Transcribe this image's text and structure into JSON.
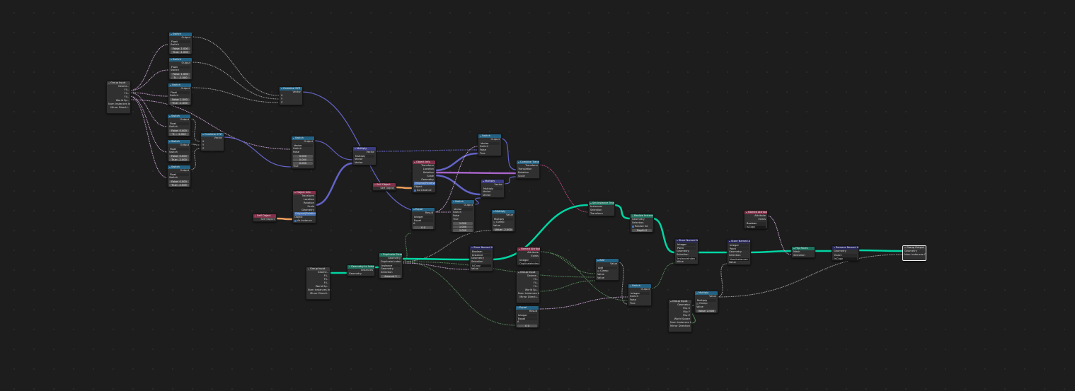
{
  "editor": {
    "type": "Geometry Node Editor"
  },
  "colors": {
    "background": "#1d1d1d",
    "header_input": "#246283",
    "header_geometry": "#1d725e",
    "header_attribute": "#83314a",
    "header_vector": "#3c3c83",
    "header_store": "#27275a",
    "header_group": "#3b3b3b",
    "wire_geometry": "#00d6a3",
    "wire_vector": "#6363c7",
    "wire_float": "#a1a1a1",
    "wire_boolean": "#cca6d6",
    "wire_integer": "#598c5c",
    "wire_object": "#ed9e5c",
    "wire_rotation": "#a663c7",
    "wire_matrix": "#c74d8a"
  },
  "nodes": [
    {
      "id": "group_input_1",
      "title": "Group Input",
      "kind": "group",
      "rows": [
        {
          "t": "Geome..",
          "k": "output"
        },
        {
          "t": "Fli..",
          "k": "output"
        },
        {
          "t": "Fli..",
          "k": "output"
        },
        {
          "t": "Fli..",
          "k": "output"
        },
        {
          "t": "World Sp..",
          "k": "output"
        },
        {
          "t": "Num Instances In",
          "k": "output"
        },
        {
          "t": "Mirror Directi..",
          "k": "output"
        },
        {
          "t": "",
          "k": "output"
        }
      ]
    },
    {
      "id": "switch_1",
      "title": "Switch",
      "kind": "input",
      "rows": [
        {
          "t": "Output",
          "k": "output"
        },
        {
          "t": "Float",
          "k": "dropdown"
        },
        {
          "t": "Switch",
          "k": "input"
        },
        {
          "t": "False: 1.000",
          "k": "field"
        },
        {
          "t": "True: -1.000",
          "k": "field"
        }
      ]
    },
    {
      "id": "switch_2",
      "title": "Switch",
      "kind": "input",
      "rows": [
        {
          "t": "Output",
          "k": "output"
        },
        {
          "t": "Float",
          "k": "dropdown"
        },
        {
          "t": "Switch",
          "k": "input"
        },
        {
          "t": "False: 1.000",
          "k": "field"
        },
        {
          "t": "Tr..: -1.000",
          "k": "field"
        }
      ]
    },
    {
      "id": "switch_3",
      "title": "Switch",
      "kind": "input",
      "rows": [
        {
          "t": "Output",
          "k": "output"
        },
        {
          "t": "Float",
          "k": "dropdown"
        },
        {
          "t": "Switch",
          "k": "input"
        },
        {
          "t": "False: 1.000",
          "k": "field"
        },
        {
          "t": "True: -1.000",
          "k": "field"
        }
      ]
    },
    {
      "id": "combine_xyz_1",
      "title": "Combine XYZ",
      "kind": "vector_input",
      "rows": [
        {
          "t": "Vector",
          "k": "output"
        },
        {
          "t": "X",
          "k": "input"
        },
        {
          "t": "Y",
          "k": "input"
        },
        {
          "t": "Z",
          "k": "input"
        }
      ]
    },
    {
      "id": "switch_4",
      "title": "Switch",
      "kind": "input",
      "rows": [
        {
          "t": "Output",
          "k": "output"
        },
        {
          "t": "Float",
          "k": "dropdown"
        },
        {
          "t": "Switch",
          "k": "input"
        },
        {
          "t": "False: 0.000",
          "k": "field"
        },
        {
          "t": "Tr..: -2.000",
          "k": "field"
        }
      ]
    },
    {
      "id": "switch_5",
      "title": "Switch",
      "kind": "input",
      "rows": [
        {
          "t": "Output",
          "k": "output"
        },
        {
          "t": "Float",
          "k": "dropdown"
        },
        {
          "t": "Switch",
          "k": "input"
        },
        {
          "t": "False: 0.000",
          "k": "field"
        },
        {
          "t": "True: -2.000",
          "k": "field"
        }
      ]
    },
    {
      "id": "switch_6",
      "title": "Switch",
      "kind": "input",
      "rows": [
        {
          "t": "Output",
          "k": "output"
        },
        {
          "t": "Float",
          "k": "dropdown"
        },
        {
          "t": "Switch",
          "k": "input"
        },
        {
          "t": "False: 0.000",
          "k": "field"
        },
        {
          "t": "True: -2.000",
          "k": "field"
        }
      ]
    },
    {
      "id": "combine_xyz_2",
      "title": "Combine XYZ",
      "kind": "vector_input",
      "rows": [
        {
          "t": "Vector",
          "k": "output"
        },
        {
          "t": "X",
          "k": "input"
        },
        {
          "t": "Y",
          "k": "input"
        },
        {
          "t": "Z",
          "k": "input"
        }
      ]
    },
    {
      "id": "switch_vec",
      "title": "Switch",
      "kind": "input",
      "rows": [
        {
          "t": "Output",
          "k": "output"
        },
        {
          "t": "Vector",
          "k": "dropdown"
        },
        {
          "t": "Switch",
          "k": "input"
        },
        {
          "t": "False",
          "k": "input"
        },
        {
          "t": "0.000",
          "k": "field"
        },
        {
          "t": "0.000",
          "k": "field"
        },
        {
          "t": "0.000",
          "k": "field"
        },
        {
          "t": "True",
          "k": "input"
        }
      ]
    },
    {
      "id": "multiply_vec",
      "title": "Multiply",
      "kind": "vector",
      "rows": [
        {
          "t": "Vector",
          "k": "output"
        },
        {
          "t": "Multiply",
          "k": "dropdown"
        },
        {
          "t": "Vector",
          "k": "input"
        },
        {
          "t": "Vector",
          "k": "input"
        }
      ]
    },
    {
      "id": "object_info_1",
      "title": "Object Info",
      "kind": "attribute",
      "rows": [
        {
          "t": "Transform",
          "k": "output"
        },
        {
          "t": "Location",
          "k": "output"
        },
        {
          "t": "Rotation",
          "k": "output"
        },
        {
          "t": "Scale",
          "k": "output"
        },
        {
          "t": "Geometry",
          "k": "output"
        },
        {
          "t": "Original|Relative",
          "k": "toggle"
        },
        {
          "t": "Object",
          "k": "input"
        },
        {
          "t": "As Instance",
          "k": "checkbox_on"
        }
      ]
    },
    {
      "id": "self_object_1",
      "title": "Self Object",
      "kind": "attribute",
      "rows": [
        {
          "t": "Self Object",
          "k": "output"
        }
      ]
    },
    {
      "id": "self_object_2",
      "title": "Self Object",
      "kind": "attribute",
      "rows": [
        {
          "t": "Self Object",
          "k": "output"
        }
      ]
    },
    {
      "id": "object_info_2",
      "title": "Object Info",
      "kind": "attribute",
      "rows": [
        {
          "t": "Transform",
          "k": "output"
        },
        {
          "t": "Location",
          "k": "output"
        },
        {
          "t": "Rotation",
          "k": "output"
        },
        {
          "t": "Scale",
          "k": "output"
        },
        {
          "t": "Geometry",
          "k": "output"
        },
        {
          "t": "Original|Relative",
          "k": "toggle"
        },
        {
          "t": "Object",
          "k": "input"
        },
        {
          "t": "As Instance",
          "k": "checkbox_on"
        }
      ]
    },
    {
      "id": "switch_7",
      "title": "Switch",
      "kind": "input",
      "rows": [
        {
          "t": "Output",
          "k": "output"
        },
        {
          "t": "Vector",
          "k": "dropdown"
        },
        {
          "t": "Switch",
          "k": "input"
        },
        {
          "t": "False",
          "k": "input"
        },
        {
          "t": "True",
          "k": "input"
        }
      ]
    },
    {
      "id": "combine_transform",
      "title": "Combine Transf..",
      "kind": "input",
      "rows": [
        {
          "t": "Transform",
          "k": "output"
        },
        {
          "t": "Translation",
          "k": "input"
        },
        {
          "t": "Rotation",
          "k": "input"
        },
        {
          "t": "Scale",
          "k": "input"
        }
      ]
    },
    {
      "id": "multiply_2",
      "title": "Multiply",
      "kind": "vector",
      "rows": [
        {
          "t": "Vector",
          "k": "output"
        },
        {
          "t": "Multiply",
          "k": "dropdown"
        },
        {
          "t": "Vector",
          "k": "input"
        },
        {
          "t": "Vector",
          "k": "input"
        }
      ]
    },
    {
      "id": "equal_1",
      "title": "Equal",
      "kind": "input",
      "rows": [
        {
          "t": "Result",
          "k": "output"
        },
        {
          "t": "Integer",
          "k": "dropdown"
        },
        {
          "t": "Equal",
          "k": "dropdown"
        },
        {
          "t": "A",
          "k": "input"
        },
        {
          "t": "0      0",
          "k": "field"
        }
      ]
    },
    {
      "id": "switch_8",
      "title": "Switch",
      "kind": "input",
      "rows": [
        {
          "t": "Output",
          "k": "output"
        },
        {
          "t": "Vector",
          "k": "dropdown"
        },
        {
          "t": "Switch",
          "k": "input"
        },
        {
          "t": "False",
          "k": "input"
        },
        {
          "t": "True",
          "k": "input"
        },
        {
          "t": "1.000",
          "k": "field"
        },
        {
          "t": "1.000",
          "k": "field"
        },
        {
          "t": "1.000",
          "k": "field"
        }
      ]
    },
    {
      "id": "multiply_3",
      "title": "Multiply",
      "kind": "input",
      "rows": [
        {
          "t": "Value",
          "k": "output"
        },
        {
          "t": "Multiply",
          "k": "dropdown"
        },
        {
          "t": "Clamp",
          "k": "checkbox"
        },
        {
          "t": "Value",
          "k": "input"
        },
        {
          "t": "Value: -2.000",
          "k": "field"
        }
      ]
    },
    {
      "id": "group_input_2",
      "title": "Group Input",
      "kind": "group",
      "rows": [
        {
          "t": "Geome..",
          "k": "output"
        },
        {
          "t": "Fli..",
          "k": "output"
        },
        {
          "t": "Fli..",
          "k": "output"
        },
        {
          "t": "Fli..",
          "k": "output"
        },
        {
          "t": "World Sp..",
          "k": "output"
        },
        {
          "t": "Num Instances In",
          "k": "output"
        },
        {
          "t": "Mirror Directi..",
          "k": "output"
        },
        {
          "t": "",
          "k": "output"
        }
      ]
    },
    {
      "id": "geometry_to_instance",
      "title": "Geometry to Instance",
      "kind": "geometry",
      "rows": [
        {
          "t": "Instances",
          "k": "output"
        },
        {
          "t": "Geometry",
          "k": "input"
        }
      ]
    },
    {
      "id": "duplicate_elements",
      "title": "Duplicate Elem..",
      "kind": "geometry",
      "rows": [
        {
          "t": "Geometry",
          "k": "output"
        },
        {
          "t": "Duplicate Index",
          "k": "output"
        },
        {
          "t": "Instance",
          "k": "dropdown"
        },
        {
          "t": "Geometry",
          "k": "input"
        },
        {
          "t": "Selection",
          "k": "input"
        },
        {
          "t": "Amount   2",
          "k": "field"
        }
      ]
    },
    {
      "id": "store_named_1",
      "title": "Store Named Att..",
      "kind": "store",
      "rows": [
        {
          "t": "Boolean",
          "k": "dropdown"
        },
        {
          "t": "Instance",
          "k": "dropdown"
        },
        {
          "t": "Geometry",
          "k": "input"
        },
        {
          "t": "Selection",
          "k": "input"
        },
        {
          "t": "IsCopy",
          "k": "text"
        },
        {
          "t": "Value",
          "k": "input"
        }
      ]
    },
    {
      "id": "set_instance_transform",
      "title": "Set Instance Transfo..",
      "kind": "geometry",
      "rows": [
        {
          "t": "Instances",
          "k": "input"
        },
        {
          "t": "Selection",
          "k": "input"
        },
        {
          "t": "Transform",
          "k": "input"
        }
      ]
    },
    {
      "id": "realize_instances",
      "title": "Realize Instances",
      "kind": "geometry",
      "rows": [
        {
          "t": "Geometry",
          "k": "input"
        },
        {
          "t": "Selection",
          "k": "input"
        },
        {
          "t": "Realize All",
          "k": "checkbox_on"
        },
        {
          "t": "Depth    0",
          "k": "field"
        }
      ]
    },
    {
      "id": "named_attribute_1",
      "title": "Named Attribute",
      "kind": "attribute",
      "rows": [
        {
          "t": "Attribute",
          "k": "output"
        },
        {
          "t": "Exists",
          "k": "output"
        },
        {
          "t": "Integer",
          "k": "dropdown"
        },
        {
          "t": "DuplicateIndex",
          "k": "text"
        }
      ]
    },
    {
      "id": "group_input_3",
      "title": "Group Input",
      "kind": "group",
      "rows": [
        {
          "t": "Geome..",
          "k": "output"
        },
        {
          "t": "Fli..",
          "k": "output"
        },
        {
          "t": "Fli..",
          "k": "output"
        },
        {
          "t": "Fli..",
          "k": "output"
        },
        {
          "t": "World Sp..",
          "k": "output"
        },
        {
          "t": "Num Instances In",
          "k": "output"
        },
        {
          "t": "Mirror Directi..",
          "k": "output"
        },
        {
          "t": "",
          "k": "output"
        }
      ]
    },
    {
      "id": "equal_2",
      "title": "Equal",
      "kind": "input",
      "rows": [
        {
          "t": "Result",
          "k": "output"
        },
        {
          "t": "Integer",
          "k": "dropdown"
        },
        {
          "t": "Equal",
          "k": "dropdown"
        },
        {
          "t": "A",
          "k": "input"
        },
        {
          "t": "0      0",
          "k": "field"
        }
      ]
    },
    {
      "id": "add",
      "title": "Add",
      "kind": "input",
      "rows": [
        {
          "t": "Value",
          "k": "output"
        },
        {
          "t": "Add",
          "k": "dropdown"
        },
        {
          "t": "Clamp",
          "k": "checkbox"
        },
        {
          "t": "Value",
          "k": "input"
        },
        {
          "t": "Value",
          "k": "input"
        }
      ]
    },
    {
      "id": "switch_9",
      "title": "Switch",
      "kind": "input",
      "rows": [
        {
          "t": "Output",
          "k": "output"
        },
        {
          "t": "Integer",
          "k": "dropdown"
        },
        {
          "t": "Switch",
          "k": "input"
        },
        {
          "t": "False",
          "k": "input"
        },
        {
          "t": "True",
          "k": "input"
        }
      ]
    },
    {
      "id": "store_named_2",
      "title": "Store Named Att..",
      "kind": "store",
      "rows": [
        {
          "t": "Integer",
          "k": "dropdown"
        },
        {
          "t": "Point",
          "k": "dropdown"
        },
        {
          "t": "Geometry",
          "k": "input"
        },
        {
          "t": "Selection",
          "k": "input"
        },
        {
          "t": "InstanceIndex",
          "k": "text"
        },
        {
          "t": "Value",
          "k": "input"
        }
      ]
    },
    {
      "id": "store_named_3",
      "title": "Store Named Att..",
      "kind": "store",
      "rows": [
        {
          "t": "Integer",
          "k": "dropdown"
        },
        {
          "t": "Point",
          "k": "dropdown"
        },
        {
          "t": "Geometry",
          "k": "input"
        },
        {
          "t": "Selection",
          "k": "input"
        },
        {
          "t": "NumInstances",
          "k": "text"
        },
        {
          "t": "Value",
          "k": "input"
        }
      ]
    },
    {
      "id": "named_attribute_2",
      "title": "Named Attribute",
      "kind": "attribute",
      "rows": [
        {
          "t": "Attribute",
          "k": "output"
        },
        {
          "t": "Exists",
          "k": "output"
        },
        {
          "t": "Boolean",
          "k": "dropdown"
        },
        {
          "t": "IsCopy",
          "k": "text"
        }
      ]
    },
    {
      "id": "flip_faces",
      "title": "Flip Faces",
      "kind": "geometry",
      "rows": [
        {
          "t": "Mesh",
          "k": "input"
        },
        {
          "t": "Selection",
          "k": "input"
        }
      ]
    },
    {
      "id": "remove_named_attribute",
      "title": "Remove Named Attrib..",
      "kind": "store",
      "rows": [
        {
          "t": "Geometry",
          "k": "input"
        },
        {
          "t": "Exact",
          "k": "dropdown"
        },
        {
          "t": "IsCopy",
          "k": "text"
        }
      ]
    },
    {
      "id": "group_output",
      "title": "Group Output",
      "kind": "group",
      "selected": true,
      "rows": [
        {
          "t": "Geometry",
          "k": "input"
        },
        {
          "t": "Num Instances Out",
          "k": "input"
        },
        {
          "t": "",
          "k": "input"
        }
      ]
    },
    {
      "id": "group_input_4",
      "title": "Group Input",
      "kind": "group",
      "rows": [
        {
          "t": "Geometry",
          "k": "output"
        },
        {
          "t": "Flip X",
          "k": "output"
        },
        {
          "t": "Flip Y",
          "k": "output"
        },
        {
          "t": "Flip Z",
          "k": "output"
        },
        {
          "t": "World Space",
          "k": "output"
        },
        {
          "t": "Num Instances In",
          "k": "output"
        },
        {
          "t": "Mirror Direction",
          "k": "output"
        },
        {
          "t": "",
          "k": "output"
        }
      ]
    },
    {
      "id": "multiply_4",
      "title": "Multiply",
      "kind": "input",
      "rows": [
        {
          "t": "Value",
          "k": "output"
        },
        {
          "t": "Multiply",
          "k": "dropdown"
        },
        {
          "t": "Clamp",
          "k": "checkbox"
        },
        {
          "t": "Value",
          "k": "input"
        },
        {
          "t": "Value: 2.000",
          "k": "field"
        }
      ]
    }
  ]
}
